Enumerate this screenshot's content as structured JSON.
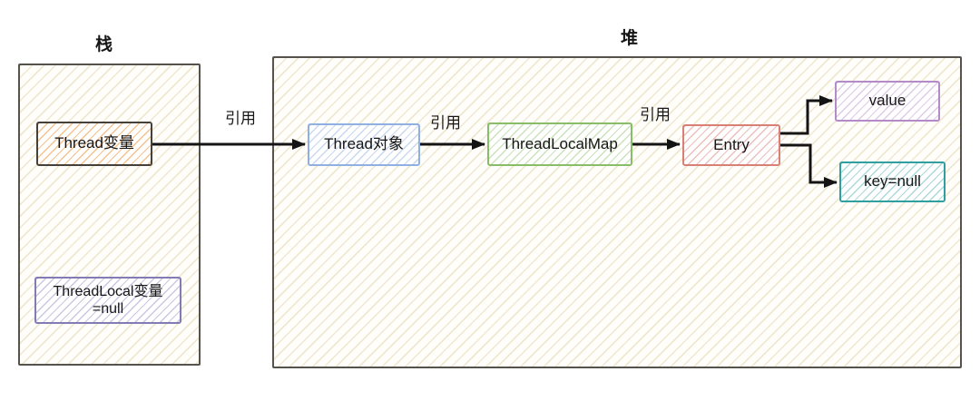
{
  "regions": {
    "stack": {
      "label": "栈"
    },
    "heap": {
      "label": "堆"
    }
  },
  "nodes": {
    "thread_var": {
      "label": "Thread变量"
    },
    "threadlocal_var": {
      "line1": "ThreadLocal变量",
      "line2": "=null"
    },
    "thread_obj": {
      "label": "Thread对象"
    },
    "threadlocal_map": {
      "label": "ThreadLocalMap"
    },
    "entry": {
      "label": "Entry"
    },
    "value": {
      "label": "value"
    },
    "key_null": {
      "label": "key=null"
    }
  },
  "edges": {
    "stack_to_thread_obj": {
      "label": "引用"
    },
    "thread_obj_to_map": {
      "label": "引用"
    },
    "map_to_entry": {
      "label": "引用"
    }
  },
  "colors": {
    "region_border": "#56534d",
    "region_hatch": "#e2d6b0",
    "thread_var_border": "#45403a",
    "thread_var_hatch": "#f3b273",
    "threadlocal_var_border": "#827cb2",
    "thread_obj_border": "#8fb0e0",
    "threadlocal_map_border": "#89bd67",
    "entry_border": "#d97f76",
    "value_border": "#b58ac9",
    "key_null_border": "#2f9f9f",
    "arrow": "#141414",
    "text": "#161616"
  }
}
